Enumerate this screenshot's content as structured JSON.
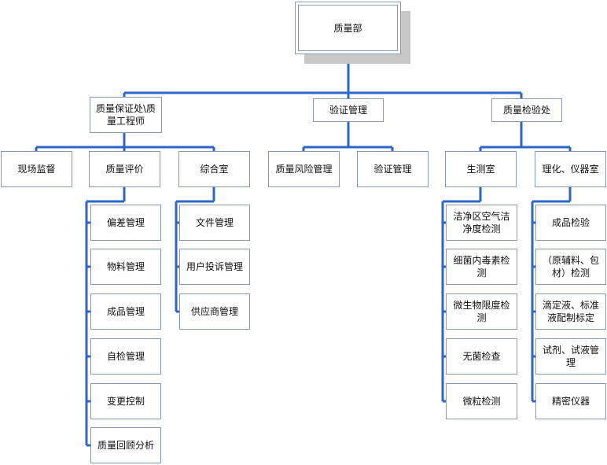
{
  "root": {
    "label": "质量部"
  },
  "level1": {
    "qa": "质量保证处\\质量工程师",
    "validation": "验证管理",
    "qc": "质量检验处"
  },
  "level2": {
    "onsite": "现场监督",
    "evaluation": "质量评价",
    "office": "综合室",
    "risk": "质量风险管理",
    "validation": "验证管理",
    "bio": "生测室",
    "physchem": "理化、仪器室"
  },
  "evaluation_items": [
    "偏差管理",
    "物料管理",
    "成品管理",
    "自检管理",
    "变更控制",
    "质量回顾分析"
  ],
  "office_items": [
    "文件管理",
    "用户投诉管理",
    "供应商管理"
  ],
  "bio_items": [
    "洁净区空气洁净度检测",
    "细菌内毒素检测",
    "微生物限度检测",
    "无菌检查",
    "微粒检测"
  ],
  "physchem_items": [
    "成品检验",
    "（原辅料、包材）检测",
    "滴定液、标准液配制标定",
    "试剂、试液管理",
    "精密仪器"
  ],
  "colors": {
    "connector": "#2f65c8",
    "border": "#8a9bb4",
    "shadow": "#c8c8c8"
  }
}
